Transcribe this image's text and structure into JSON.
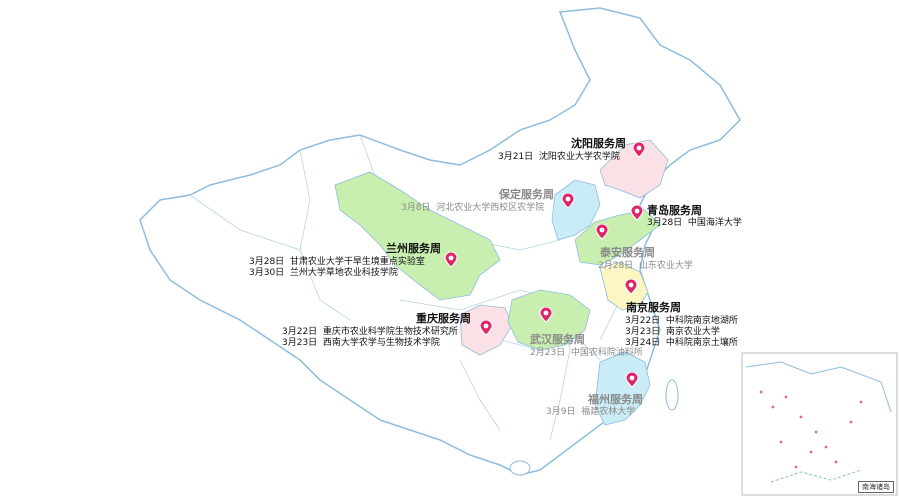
{
  "colors": {
    "pin": "#e0246a",
    "region_green": "#c9efb0",
    "region_blue": "#c9ecf6",
    "region_pink": "#fbe0e6",
    "region_yellow": "#fbf6c2",
    "border": "#8fbcdc"
  },
  "icons": {
    "pin": "map-pin-icon"
  },
  "weeks": [
    {
      "id": "shenyang",
      "title": "沈阳服务周",
      "color_role": "pink",
      "events": [
        {
          "date": "3月21日",
          "place": "沈阳农业大学农学院"
        }
      ]
    },
    {
      "id": "baoding",
      "title": "保定服务周",
      "color_role": "blue",
      "events": [
        {
          "date": "3月8日",
          "place": "河北农业大学西校区农学院"
        }
      ]
    },
    {
      "id": "qingdao",
      "title": "青岛服务周",
      "color_role": "green",
      "events": [
        {
          "date": "3月28日",
          "place": "中国海洋大学"
        }
      ]
    },
    {
      "id": "taian",
      "title": "泰安服务周",
      "color_role": "green",
      "events": [
        {
          "date": "2月28日",
          "place": "山东农业大学"
        }
      ]
    },
    {
      "id": "lanzhou",
      "title": "兰州服务周",
      "color_role": "green",
      "events": [
        {
          "date": "3月28日",
          "place": "甘肃农业大学干旱生境重点实验室"
        },
        {
          "date": "3月30日",
          "place": "兰州大学草地农业科技学院"
        }
      ]
    },
    {
      "id": "nanjing",
      "title": "南京服务周",
      "color_role": "yellow",
      "events": [
        {
          "date": "3月22日",
          "place": "中科院南京地湖所"
        },
        {
          "date": "3月23日",
          "place": "南京农业大学"
        },
        {
          "date": "3月24日",
          "place": "中科院南京土壤所"
        }
      ]
    },
    {
      "id": "chongqing",
      "title": "重庆服务周",
      "color_role": "pink",
      "events": [
        {
          "date": "3月22日",
          "place": "重庆市农业科学院生物技术研究所"
        },
        {
          "date": "3月23日",
          "place": "西南大学农学与生物技术学院"
        }
      ]
    },
    {
      "id": "wuhan",
      "title": "武汉服务周",
      "color_role": "green",
      "events": [
        {
          "date": "2月23日",
          "place": "中国农科院油料所"
        }
      ]
    },
    {
      "id": "fuzhou",
      "title": "福州服务周",
      "color_role": "blue",
      "events": [
        {
          "date": "3月9日",
          "place": "福建农林大学"
        }
      ]
    }
  ],
  "inset": {
    "label": "南海诸岛"
  }
}
